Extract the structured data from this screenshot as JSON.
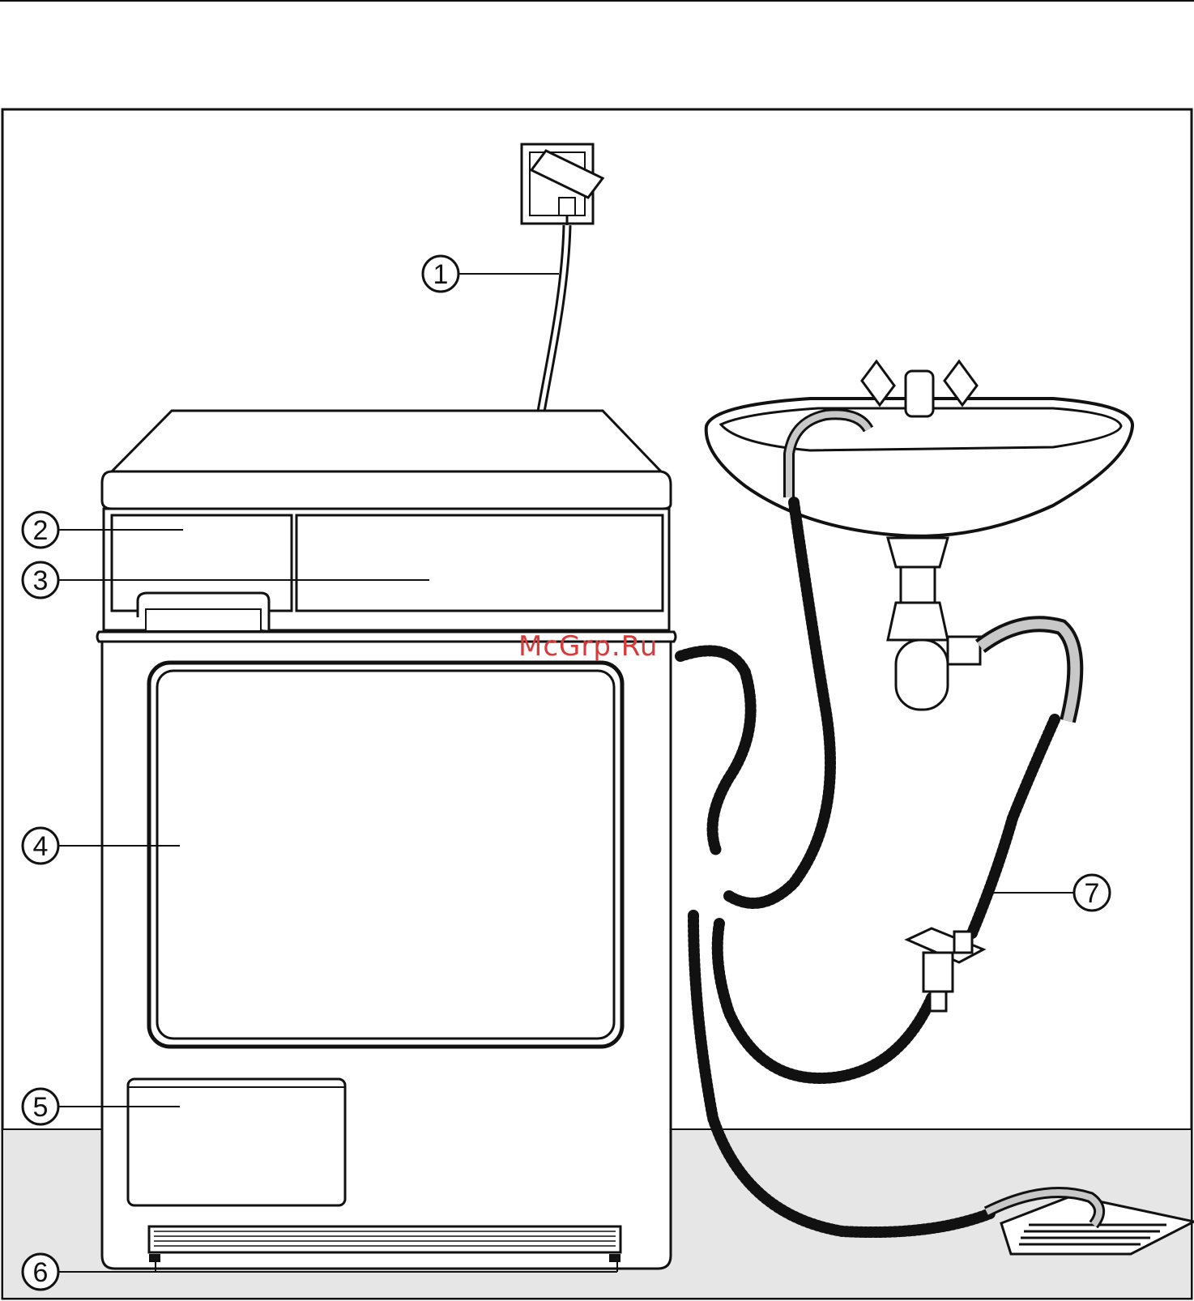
{
  "callouts": [
    {
      "id": "1",
      "label": "1"
    },
    {
      "id": "2",
      "label": "2"
    },
    {
      "id": "3",
      "label": "3"
    },
    {
      "id": "4",
      "label": "4"
    },
    {
      "id": "5",
      "label": "5"
    },
    {
      "id": "6",
      "label": "6"
    },
    {
      "id": "7",
      "label": "7"
    }
  ],
  "watermark": "McGrp.Ru",
  "colors": {
    "line": "#111111",
    "floor": "#e6e6e6",
    "wall": "#ffffff",
    "hose_fill": "#c8c8c8",
    "watermark": "#d63a3a"
  },
  "icons": [
    "wall-socket-icon",
    "dryer-icon",
    "sink-icon",
    "drain-hose-icon",
    "floor-drain-icon",
    "valve-icon"
  ]
}
